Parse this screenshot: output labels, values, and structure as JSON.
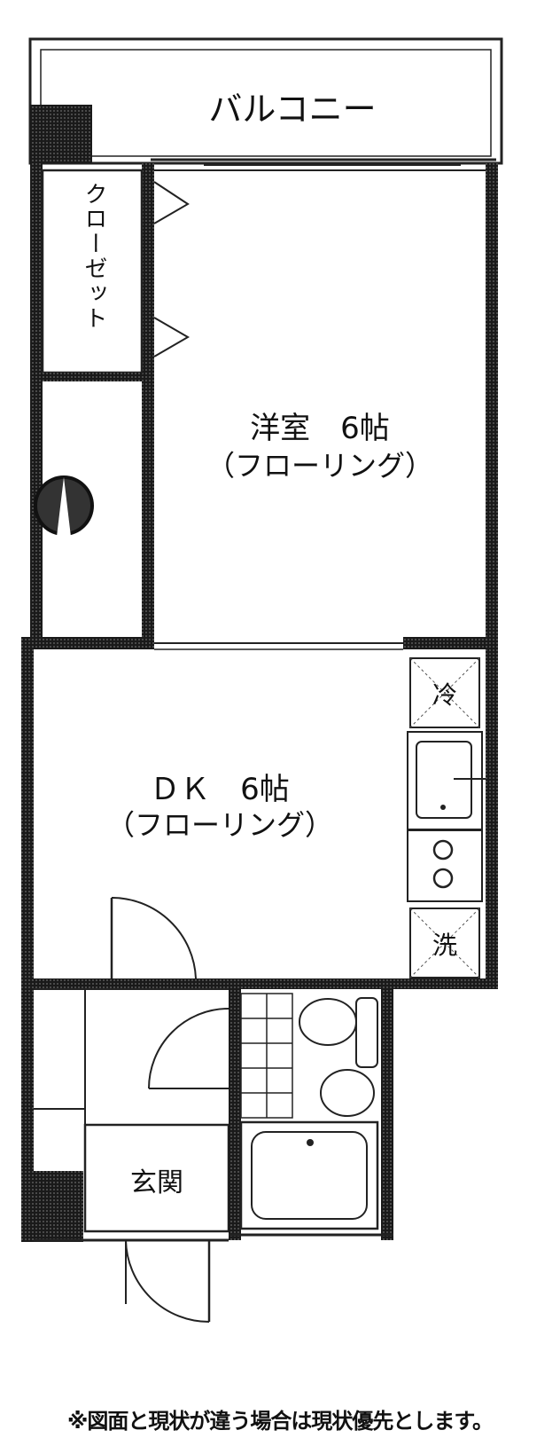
{
  "rooms": {
    "balcony": "バルコニー",
    "closet": "クローゼット",
    "western_room": {
      "name": "洋室　6帖",
      "floor": "（フローリング）"
    },
    "dk": {
      "name": "ＤＫ　6帖",
      "floor": "（フローリング）"
    },
    "entrance": "玄関"
  },
  "fixtures": {
    "fridge": "冷",
    "washer": "洗"
  },
  "footer_note": "※図面と現状が違う場合は現状優先とします。",
  "colors": {
    "wall": "#1a1a1a",
    "wall_texture": "#3a3a3a",
    "line": "#222222"
  }
}
